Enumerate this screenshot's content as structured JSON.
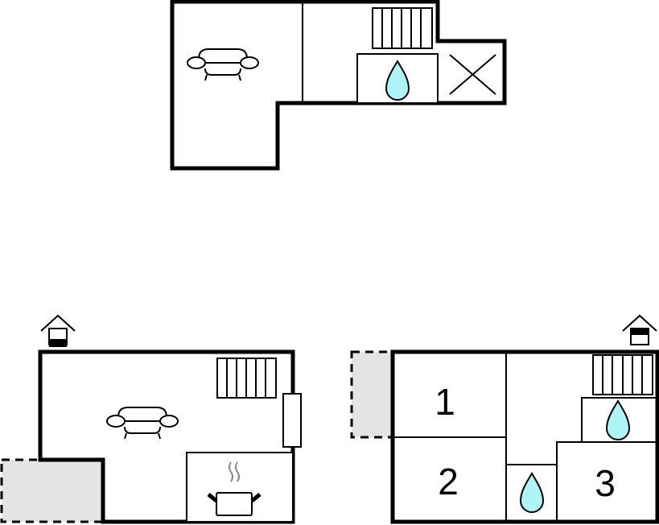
{
  "floor_plans": [
    {
      "name": "upper-floor",
      "icons": [
        "sofa-icon",
        "stairs-icon",
        "water-drop-icon",
        "void-cross-icon"
      ]
    },
    {
      "name": "ground-floor-left",
      "icons": [
        "entrance-icon",
        "sofa-icon",
        "stairs-icon",
        "window-icon",
        "cooking-pot-icon",
        "terrace"
      ]
    },
    {
      "name": "ground-floor-right",
      "icons": [
        "entrance-icon",
        "stairs-icon",
        "water-drop-icon",
        "terrace"
      ],
      "rooms": [
        {
          "label": "1"
        },
        {
          "label": "2"
        },
        {
          "label": "3"
        }
      ]
    }
  ],
  "colors": {
    "water": "#aef5f8",
    "terrace": "#e4e4e4",
    "wall": "#000000"
  }
}
